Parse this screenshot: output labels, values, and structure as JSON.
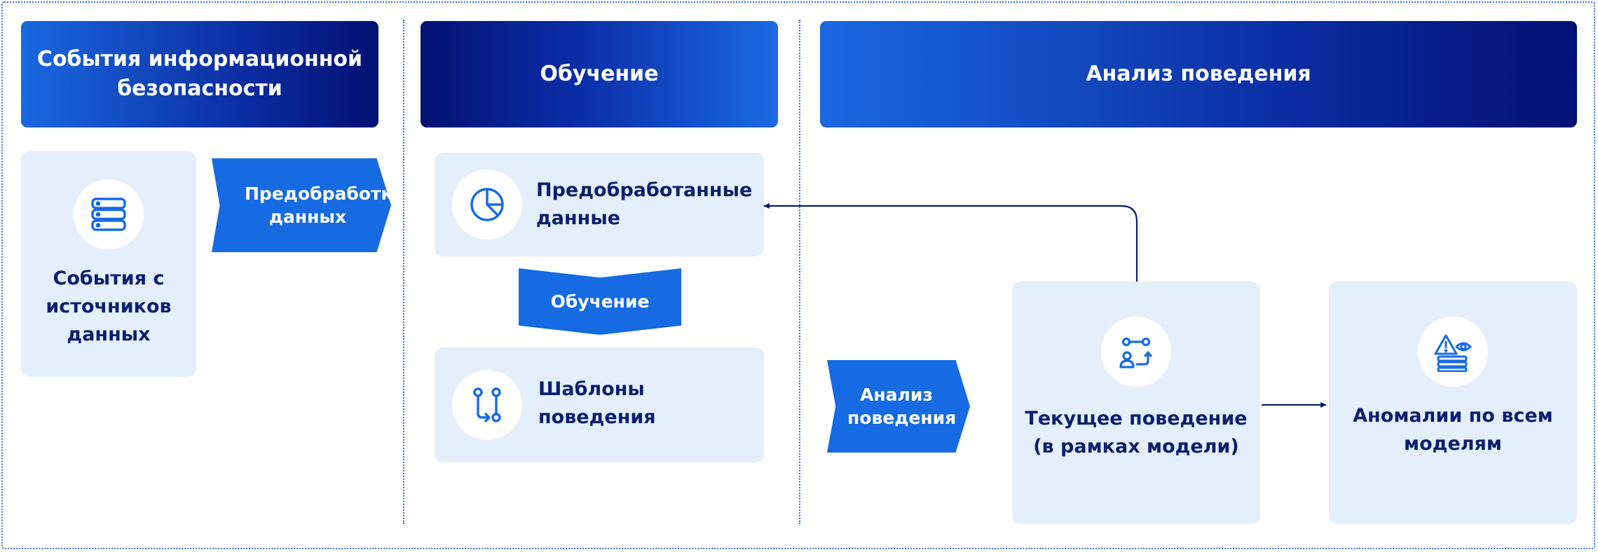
{
  "headers": {
    "events": "События информационной безопасности",
    "training": "Обучение",
    "analysis": "Анализ поведения"
  },
  "cards": {
    "sources": "События с источников данных",
    "preprocessed": "Предобработанные данные",
    "patterns": "Шаблоны поведения",
    "current": "Текущее поведение (в рамках модели)",
    "anomalies": "Аномалии по всем моделям"
  },
  "arrows": {
    "preprocessing": "Предобработка данных",
    "training": "Обучение",
    "analysis": "Анализ поведения"
  },
  "icons": {
    "sources": "server-icon",
    "preprocessed": "pie-chart-icon",
    "patterns": "branch-flow-icon",
    "current": "user-flow-icon",
    "anomalies": "warning-stack-icon"
  },
  "colors": {
    "accent": "#166be2",
    "dark_navy": "#031173",
    "card_bg": "#e5effb",
    "text_dark": "#0b1f6e"
  }
}
